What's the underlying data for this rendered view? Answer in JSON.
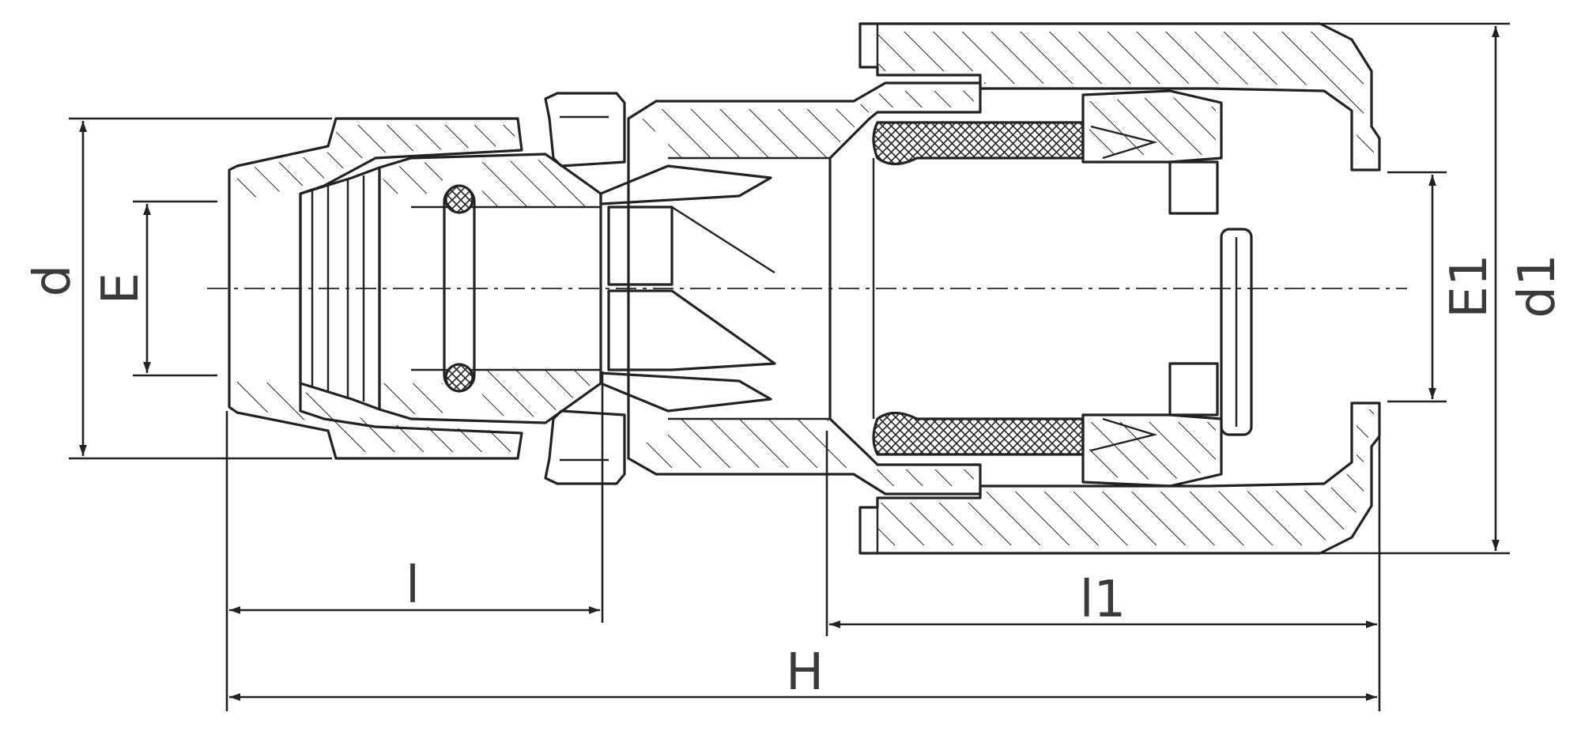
{
  "labels": {
    "d": "d",
    "E": "E",
    "l": "l",
    "l1": "l1",
    "H": "H",
    "E1": "E1",
    "d1": "d1"
  },
  "colors": {
    "line": "#222222",
    "label": "#3a3a3a",
    "background": "#ffffff"
  }
}
